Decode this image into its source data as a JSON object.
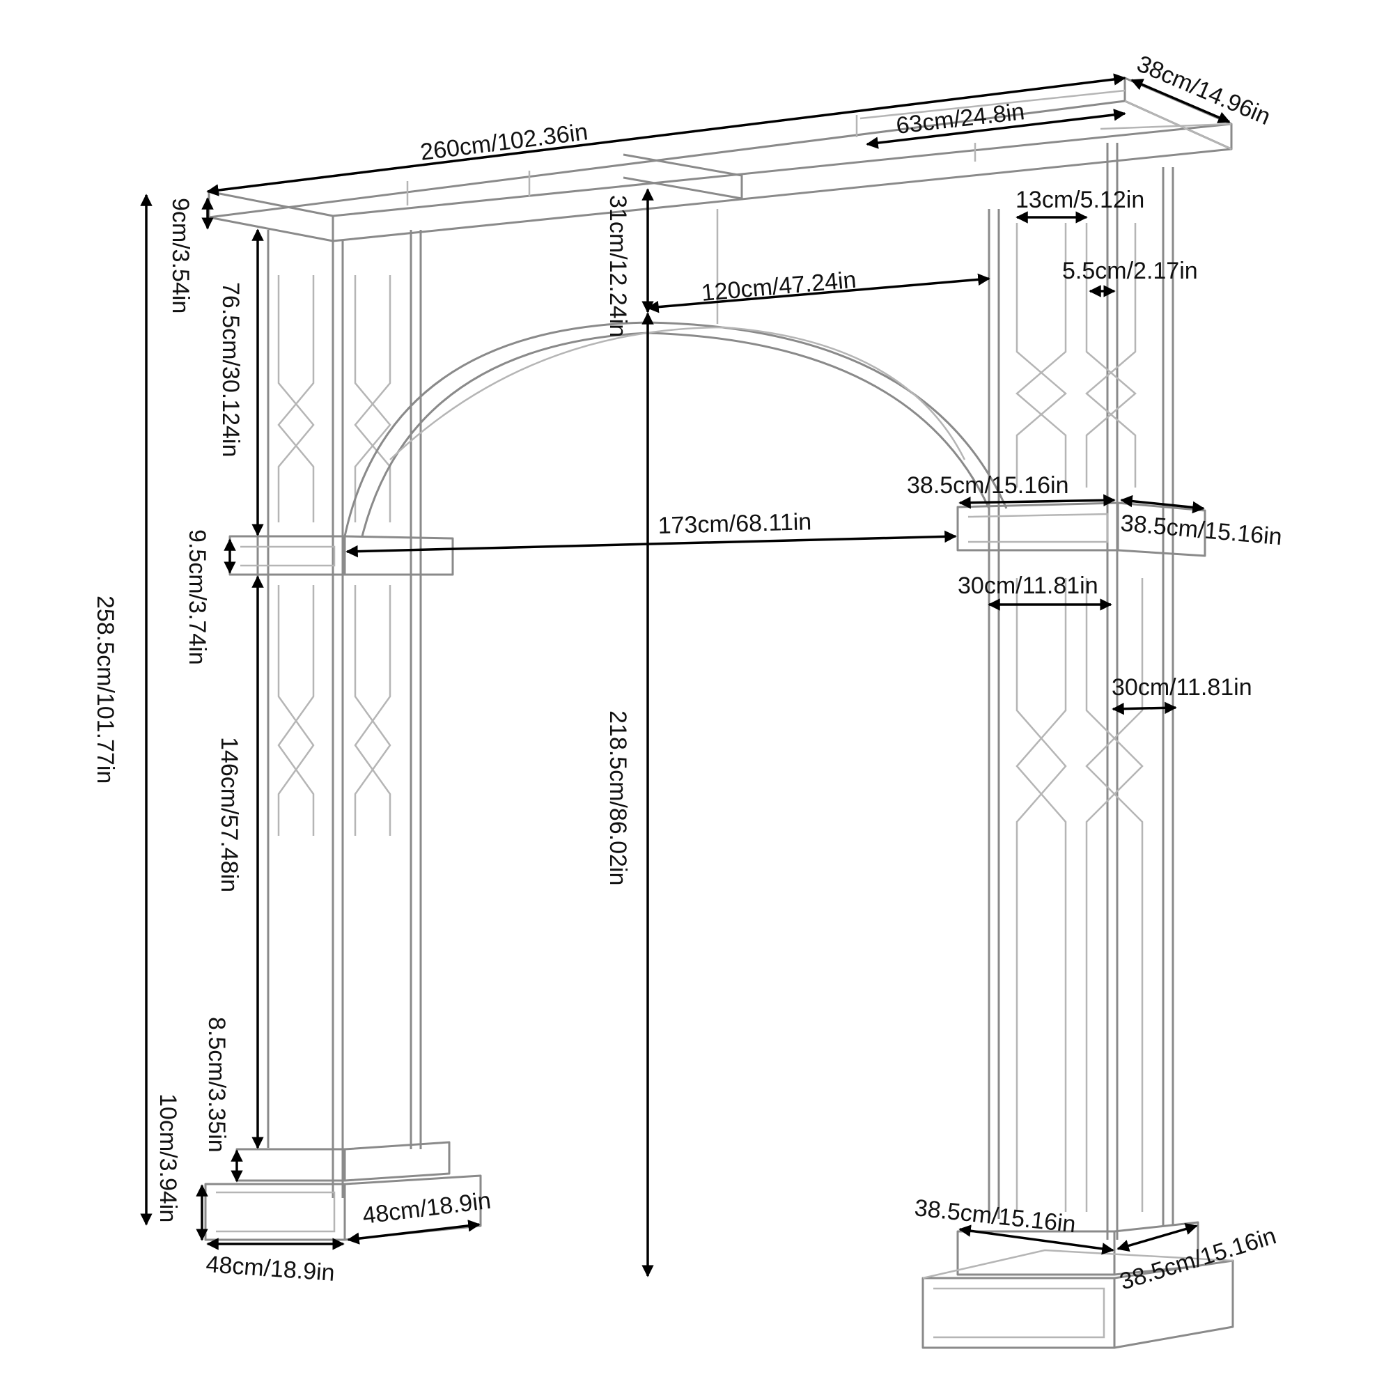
{
  "title": "",
  "dimensions": {
    "top_length": "260cm/102.36in",
    "top_depth": "38cm/14.96in",
    "top_inner_span": "63cm/24.8in",
    "top_height": "9cm/3.54in",
    "arch_rise": "31cm/12.24in",
    "spacing_13": "13cm/5.12in",
    "spacing_5_5": "5.5cm/2.17in",
    "inner_width_120": "120cm/47.24in",
    "upper_column": "76.5cm/30.124in",
    "total_height": "258.5cm/101.77in",
    "mid_box_height": "9.5cm/3.74in",
    "mid_box_width": "38.5cm/15.16in",
    "mid_box_depth": "38.5cm/15.16in",
    "outer_span_173": "173cm/68.11in",
    "column_width_a": "30cm/11.81in",
    "column_width_b": "30cm/11.81in",
    "clear_height": "218.5cm/86.02in",
    "lower_column": "146cm/57.48in",
    "base_step": "8.5cm/3.35in",
    "base_height": "10cm/3.94in",
    "base_width": "48cm/18.9in",
    "base_depth": "48cm/18.9in",
    "lower_box_width": "38.5cm/15.16in",
    "lower_box_depth": "38.5cm/15.16in"
  }
}
